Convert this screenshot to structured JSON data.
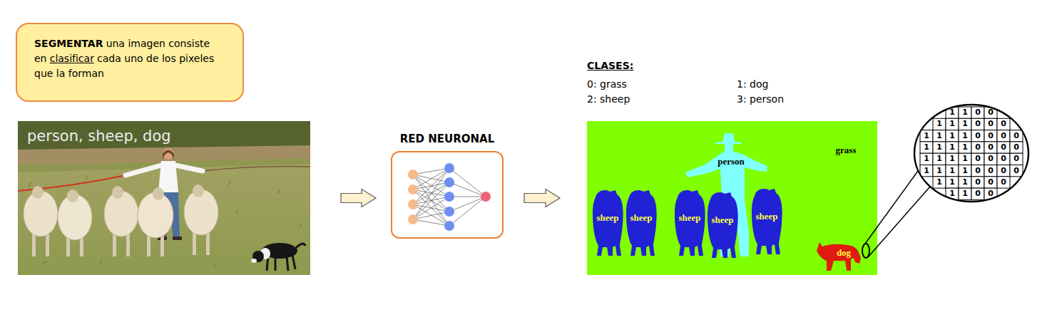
{
  "diagram": {
    "nodes": [
      {
        "text": [
          "SEGMENTAR",
          "una imagen consiste en",
          "clasificar",
          "cada uno de los pixeles que la forman"
        ]
      },
      {
        "text": [
          "person, sheep, dog"
        ]
      },
      {
        "text": [
          "RED NEURONAL"
        ]
      },
      {
        "text": [
          "grass"
        ]
      },
      {
        "text": [
          "person"
        ],
        "in": 3
      },
      {
        "text": [
          "sheep"
        ],
        "in": 3
      },
      {
        "text": [
          "sheep"
        ],
        "in": 3
      },
      {
        "text": [
          "sheep"
        ],
        "in": 3
      },
      {
        "text": [
          "sheep"
        ],
        "in": 3
      },
      {
        "text": [
          "sheep"
        ],
        "in": 3
      },
      {
        "text": [
          "dog"
        ],
        "in": 3
      }
    ],
    "edges": [
      {
        "from": 1,
        "to": 2,
        "arrow": "to"
      },
      {
        "from": 2,
        "to": 3,
        "arrow": "to"
      }
    ],
    "labels": [
      "CLASES:",
      "0: grass",
      "1: dog",
      "2: sheep",
      "3: person",
      "1",
      "1",
      "0",
      "0",
      "1",
      "1",
      "1",
      "0",
      "0",
      "0",
      "1",
      "1",
      "1",
      "1",
      "0",
      "0",
      "0",
      "0",
      "1",
      "1",
      "1",
      "1",
      "0",
      "0",
      "0",
      "0",
      "1",
      "1",
      "1",
      "1",
      "0",
      "0",
      "0",
      "0",
      "1",
      "1",
      "1",
      "1",
      "0",
      "0",
      "0",
      "0",
      "1",
      "1",
      "1",
      "0",
      "0",
      "0",
      "1",
      "1",
      "0",
      "0"
    ]
  }
}
